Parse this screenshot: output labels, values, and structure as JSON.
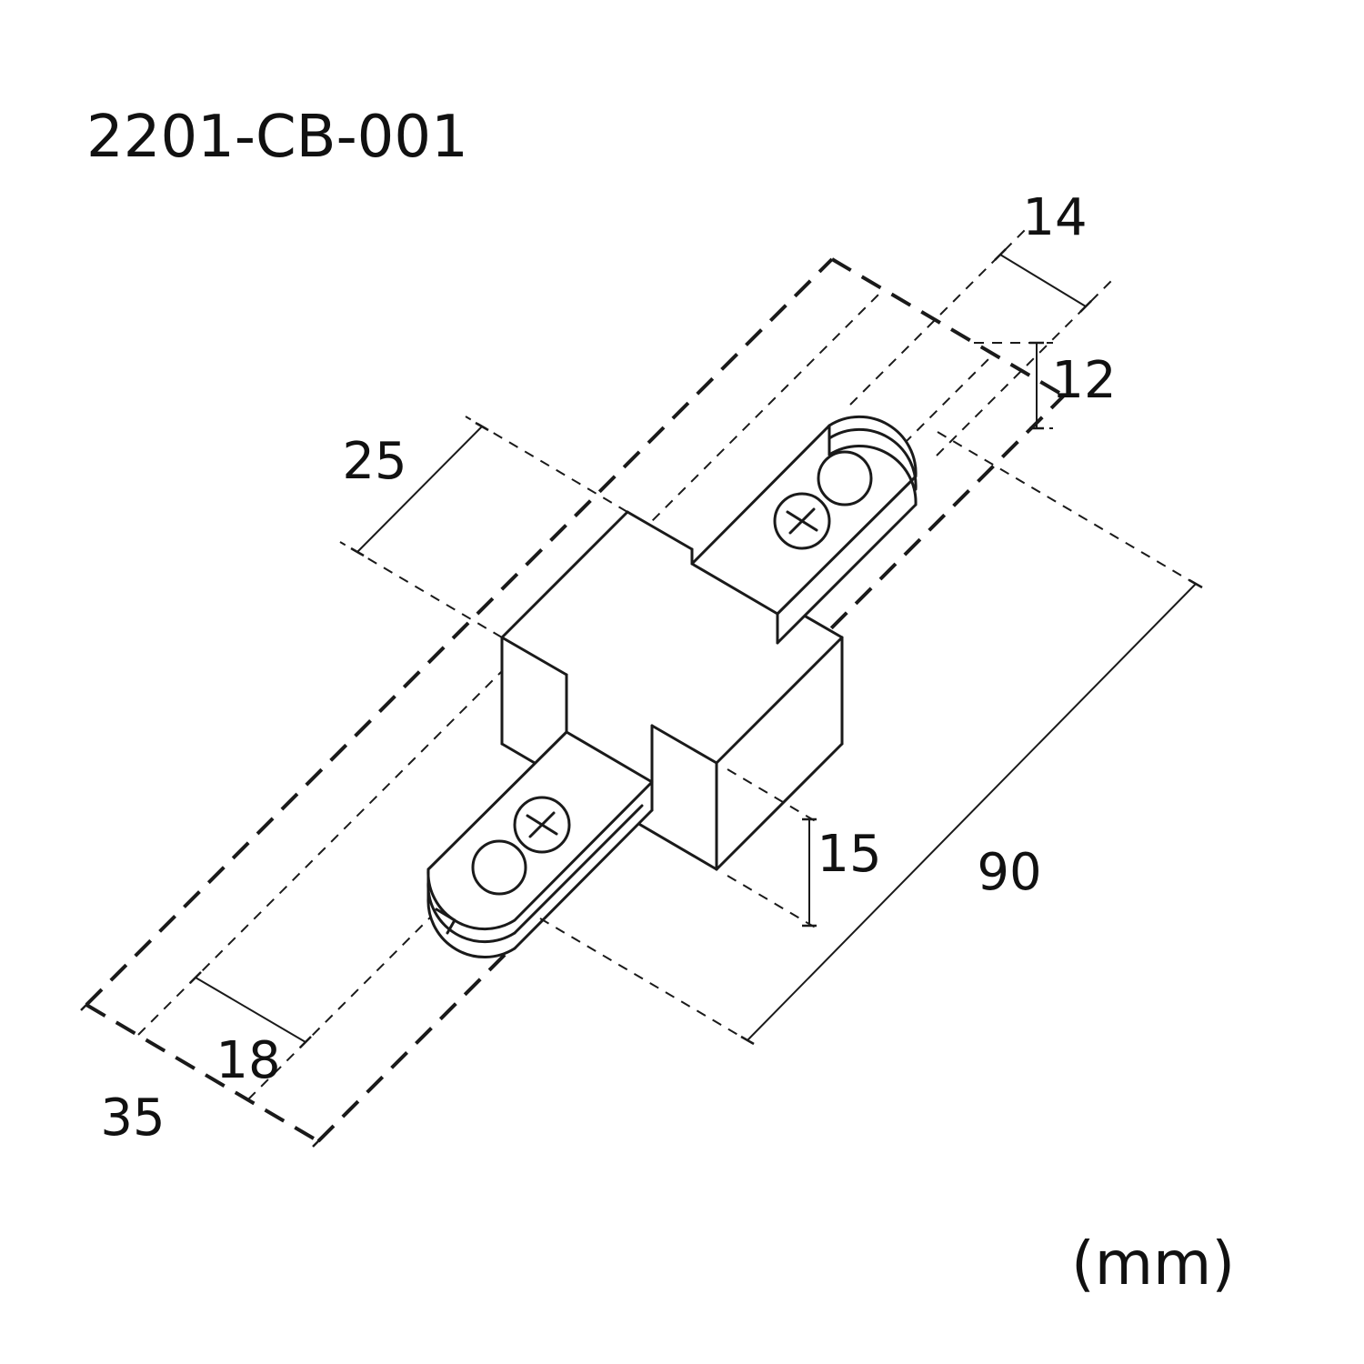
{
  "page": {
    "background": "#ffffff"
  },
  "drawing": {
    "part_number": "2201-CB-001",
    "unit_label": "(mm)",
    "dimensions": {
      "track_end_width": "14",
      "track_end_height": "12",
      "body_length": "25",
      "body_height": "15",
      "overall_length": "90",
      "slot_width": "18",
      "track_width": "35"
    },
    "colors": {
      "line": "#1a1a1a",
      "text": "#111111",
      "background": "#ffffff"
    }
  }
}
